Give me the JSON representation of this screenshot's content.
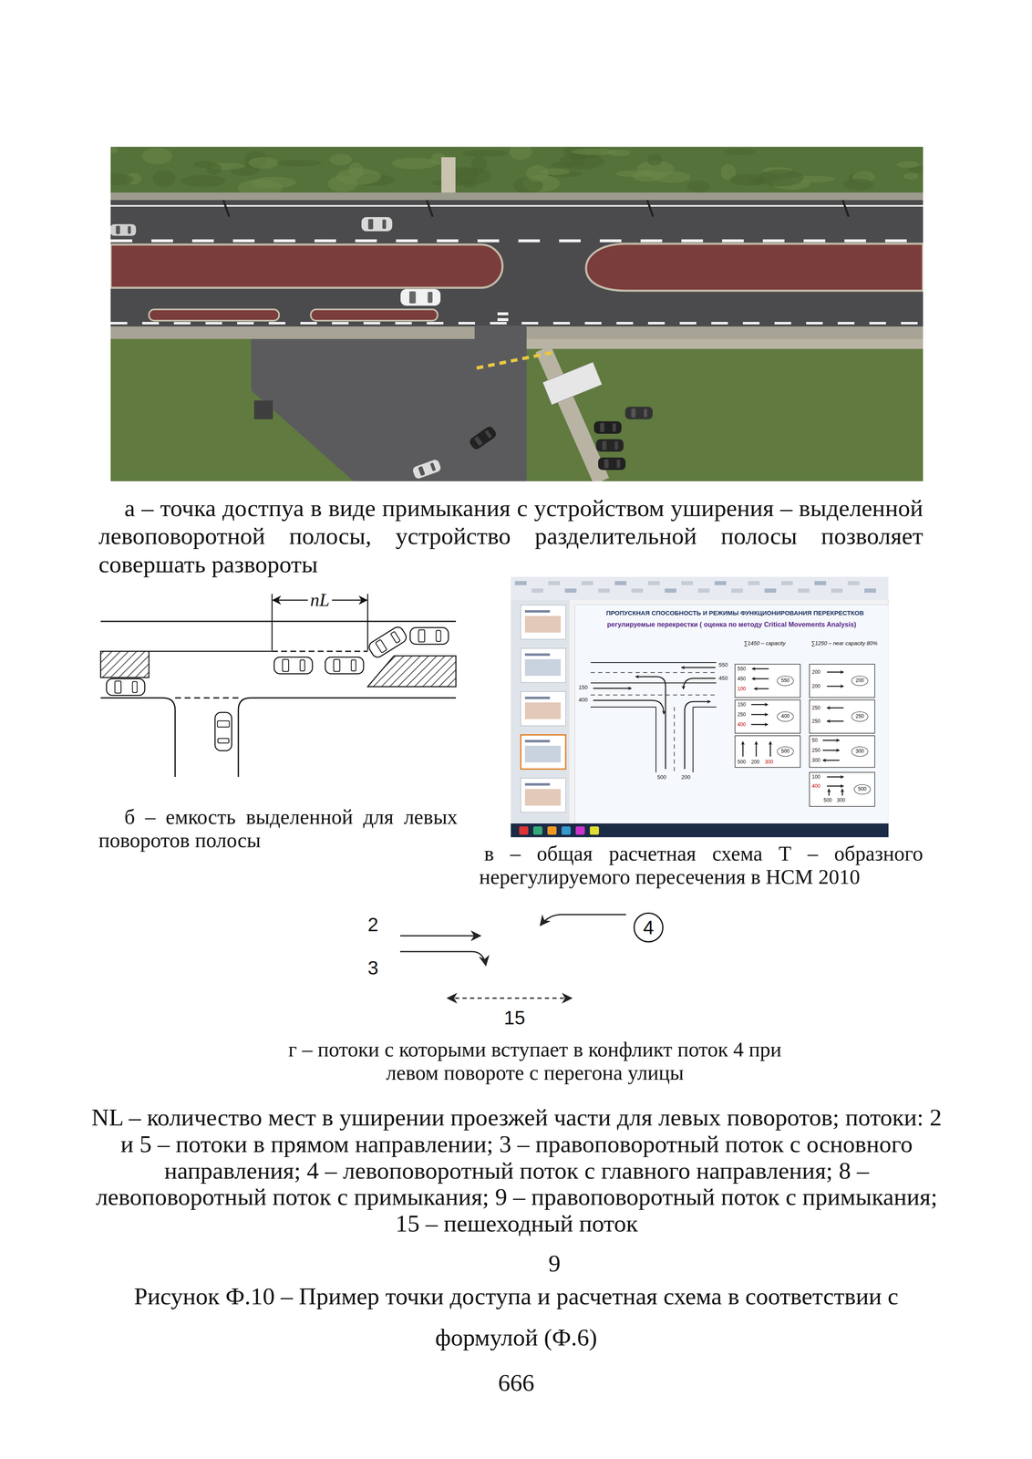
{
  "diagram": {
    "caption": "Рисунок Ф.10 – Пример точки доступа и расчетная схема в соответствии с формулой (Ф.6)",
    "nodes": [
      {
        "text": [
          "550"
        ]
      },
      {
        "text": [
          "200"
        ]
      },
      {
        "text": [
          "400"
        ]
      },
      {
        "text": [
          "250"
        ]
      },
      {
        "text": [
          "500"
        ]
      },
      {
        "text": [
          "300"
        ]
      },
      {
        "text": [
          "500"
        ]
      },
      {
        "text": [
          "4"
        ]
      }
    ],
    "labels": [
      "а – точка достпуа в виде примыкания с устройством уширения – выделенной левоповоротной полосы, устройство разделительной полосы позволяет совершать развороты",
      "nL",
      "б – емкость выделенной для левых поворотов полосы",
      "ПРОПУСКНАЯ СПОСОБНОСТЬ И РЕЖИМЫ ФУНКЦИОНИРОВАНИЯ ПЕРЕКРЕСТКОВ",
      "регулируемые перекрестки ( оценка по методу Critical Movements Analysis)",
      "∑1450 – capacity",
      "∑1250 – near capacity 80%",
      "550",
      "450",
      "150",
      "400",
      "500",
      "200",
      "550",
      "450",
      "100",
      "200",
      "200",
      "150",
      "250",
      "400",
      "250",
      "250",
      "500",
      "200",
      "300",
      "50",
      "250",
      "300",
      "100",
      "400",
      "500",
      "300",
      "в – общая расчетная схема Т – образного нерегулируемого пересечения в НСМ 2010",
      "2",
      "3",
      "15",
      "г – потоки с которыми вступает в конфликт поток 4 при левом повороте с перегона улицы",
      "NL – количество мест в уширении проезжей части для левых поворотов; потоки: 2 и 5 – потоки в прямом направлении; 3 – правоповоротный поток с основного направления; 4 – левоповоротный поток с главного направления; 8 – левоповоротный поток с примыкания; 9 – правоповоротный поток с примыкания; 15 – пешеходный поток",
      "9",
      "666"
    ]
  }
}
